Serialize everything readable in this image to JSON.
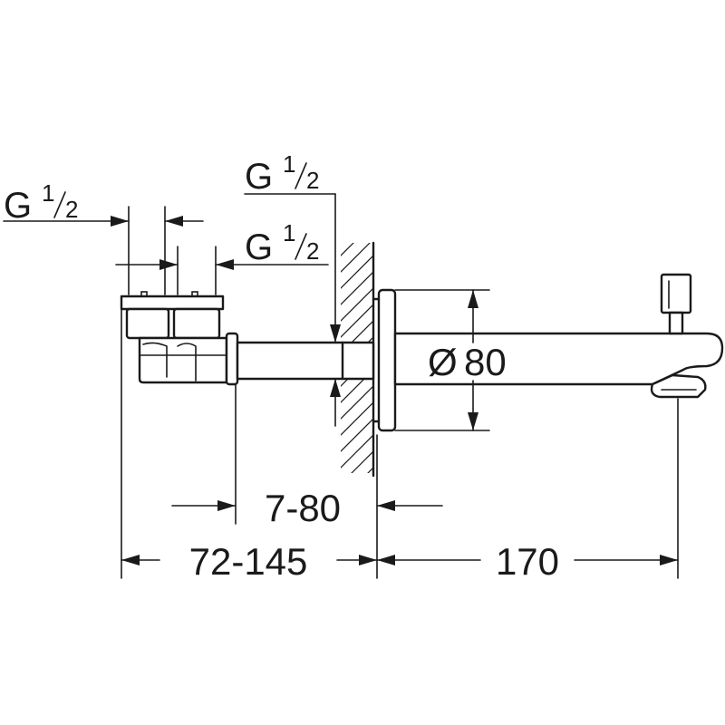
{
  "drawing": {
    "dimensions": {
      "overall": "72-145",
      "wall": "7-80",
      "spout": "170",
      "rosette": "80",
      "rosette_symbol": "Ø"
    },
    "threads": [
      {
        "letter": "G",
        "numerator": "1",
        "denominator": "2"
      },
      {
        "letter": "G",
        "numerator": "1",
        "denominator": "2"
      },
      {
        "letter": "G",
        "numerator": "1",
        "denominator": "2"
      }
    ]
  }
}
